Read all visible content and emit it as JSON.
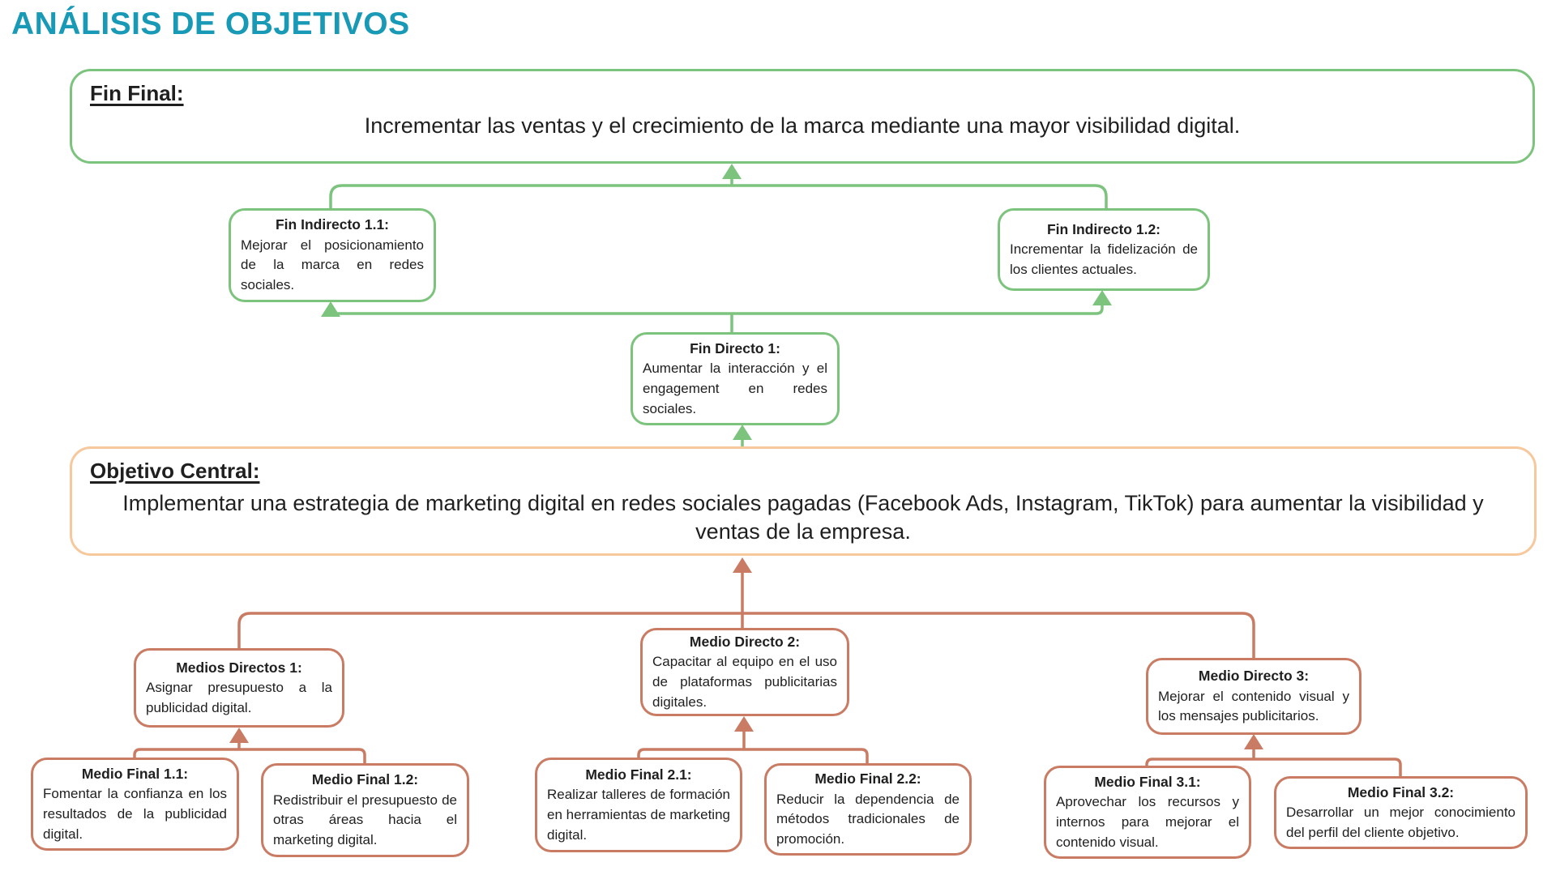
{
  "title": "ANÁLISIS DE OBJETIVOS",
  "colors": {
    "title_teal": "#1899B6",
    "green": "#7CC47D",
    "peach": "#F8C89D",
    "salmon": "#C97B63",
    "text": "#1F1F1F"
  },
  "nodes": {
    "fin_final": {
      "heading": "Fin Final:",
      "body": "Incrementar las ventas y el crecimiento de la marca mediante una mayor visibilidad digital."
    },
    "fin_indirecto_1_1": {
      "heading": "Fin Indirecto 1.1:",
      "body": "Mejorar el posicionamiento de la marca en redes sociales."
    },
    "fin_indirecto_1_2": {
      "heading": "Fin Indirecto 1.2:",
      "body": "Incrementar la fidelización de los clientes actuales."
    },
    "fin_directo_1": {
      "heading": "Fin Directo 1:",
      "body": "Aumentar la interacción y el engagement en redes sociales."
    },
    "objetivo_central": {
      "heading": "Objetivo Central:",
      "body": "Implementar una estrategia de marketing digital en redes sociales pagadas (Facebook Ads, Instagram, TikTok) para aumentar la visibilidad y ventas de la empresa."
    },
    "medios_directos_1": {
      "heading": "Medios Directos 1:",
      "body": "Asignar presupuesto a la publicidad digital."
    },
    "medio_directo_2": {
      "heading": "Medio Directo 2:",
      "body": "Capacitar al equipo en el uso de plataformas publicitarias digitales."
    },
    "medio_directo_3": {
      "heading": "Medio Directo 3:",
      "body": "Mejorar el contenido visual y los mensajes publicitarios."
    },
    "medio_final_1_1": {
      "heading": "Medio Final 1.1:",
      "body": "Fomentar la confianza en los resultados de la publicidad digital."
    },
    "medio_final_1_2": {
      "heading": "Medio Final 1.2:",
      "body": "Redistribuir el presupuesto de otras áreas hacia el marketing digital."
    },
    "medio_final_2_1": {
      "heading": "Medio Final 2.1:",
      "body": "Realizar talleres de formación en herramientas de marketing digital."
    },
    "medio_final_2_2": {
      "heading": "Medio Final 2.2:",
      "body": "Reducir la dependencia de métodos tradicionales de promoción."
    },
    "medio_final_3_1": {
      "heading": "Medio Final 3.1:",
      "body": "Aprovechar los recursos y internos para mejorar el contenido visual."
    },
    "medio_final_3_2": {
      "heading": "Medio Final 3.2:",
      "body": "Desarrollar un mejor conocimiento del perfil del cliente objetivo."
    }
  }
}
